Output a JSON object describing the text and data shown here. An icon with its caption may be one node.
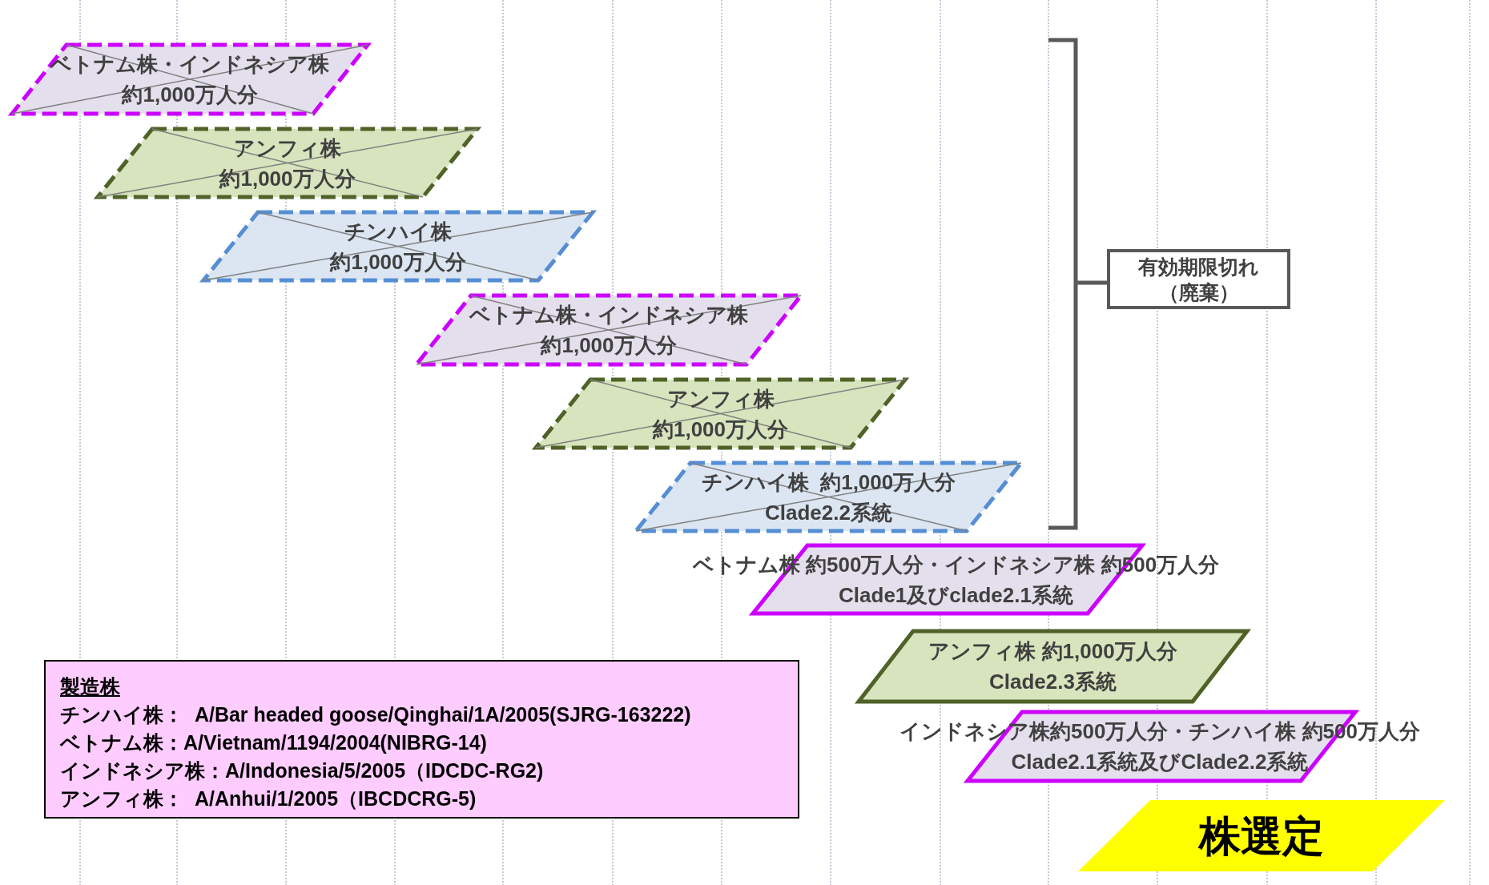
{
  "diagram": {
    "nodes": [
      {
        "text": [
          "ベトナム株・インドネシア株",
          "約1,000万人分"
        ]
      },
      {
        "text": [
          "アンフィ株",
          "約1,000万人分"
        ]
      },
      {
        "text": [
          "チンハイ株",
          "約1,000万人分"
        ]
      },
      {
        "text": [
          "ベトナム株・インドネシア株",
          "約1,000万人分"
        ]
      },
      {
        "text": [
          "アンフィ株",
          "約1,000万人分"
        ]
      },
      {
        "text": [
          "チンハイ株  約1,000万人分",
          "Clade2.2系統"
        ]
      },
      {
        "text": [
          "ベトナム株 約500万人分・インドネシア株 約500万人分",
          "Clade1及びclade2.1系統"
        ]
      },
      {
        "text": [
          "アンフィ株 約1,000万人分",
          "Clade2.3系統"
        ]
      },
      {
        "text": [
          "インドネシア株約500万人分・チンハイ株 約500万人分",
          "Clade2.1系統及びClade2.2系統"
        ]
      },
      {
        "text": [
          "株選定"
        ]
      },
      {
        "text": [
          "有効期限切れ",
          "（廃棄）"
        ]
      },
      {
        "text": [
          "製造株",
          "チンハイ株：  A/Bar headed goose/Qinghai/1A/2005(SJRG-163222)",
          "ベトナム株：A/Vietnam/1194/2004(NIBRG-14)",
          "インドネシア株：A/Indonesia/5/2005（IDCDC-RG2)",
          "アンフィ株：  A/Anhui/1/2005（IBCDCRG-5)"
        ]
      }
    ]
  }
}
